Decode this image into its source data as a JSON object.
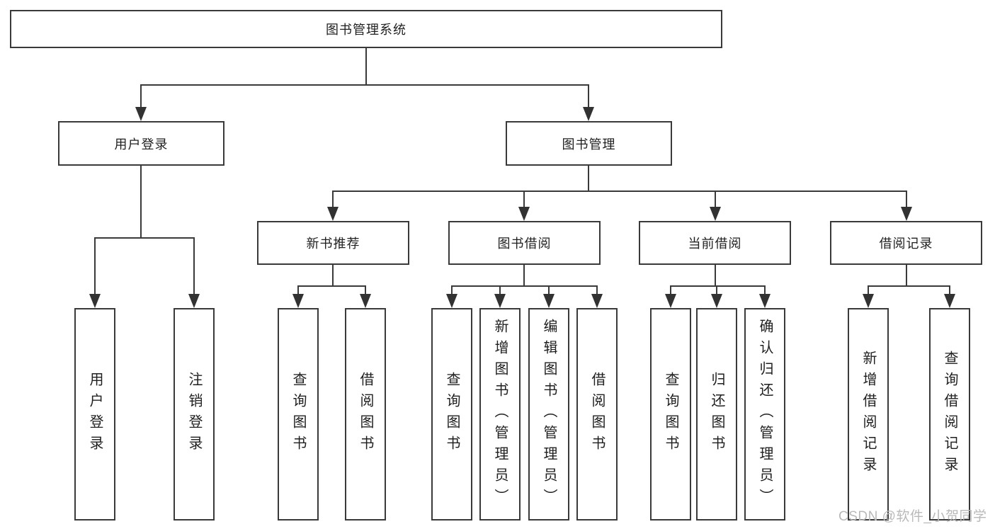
{
  "colors": {
    "background": "#ffffff",
    "line": "#3a3a3a",
    "box_border": "#3a3a3a",
    "box_background": "#ffffff",
    "text": "#1f1f1f",
    "watermark": "#b9b9b9"
  },
  "diagram": {
    "root": {
      "label": "图书管理系统"
    },
    "level2": [
      {
        "label": "用户登录"
      },
      {
        "label": "图书管理"
      }
    ],
    "level3": [
      {
        "label": "新书推荐",
        "parent": "图书管理"
      },
      {
        "label": "图书借阅",
        "parent": "图书管理"
      },
      {
        "label": "当前借阅",
        "parent": "图书管理"
      },
      {
        "label": "借阅记录",
        "parent": "图书管理"
      }
    ],
    "leaves": [
      {
        "label": "用户登录",
        "parent": "用户登录"
      },
      {
        "label": "注销登录",
        "parent": "用户登录"
      },
      {
        "label": "查询图书",
        "parent": "新书推荐"
      },
      {
        "label": "借阅图书",
        "parent": "新书推荐"
      },
      {
        "label": "查询图书",
        "parent": "图书借阅"
      },
      {
        "label": "新增图书（管理员）",
        "parent": "图书借阅"
      },
      {
        "label": "编辑图书（管理员）",
        "parent": "图书借阅"
      },
      {
        "label": "借阅图书",
        "parent": "图书借阅"
      },
      {
        "label": "查询图书",
        "parent": "当前借阅"
      },
      {
        "label": "归还图书",
        "parent": "当前借阅"
      },
      {
        "label": "确认归还（管理员）",
        "parent": "当前借阅"
      },
      {
        "label": "新增借阅记录",
        "parent": "借阅记录"
      },
      {
        "label": "查询借阅记录",
        "parent": "借阅记录"
      }
    ]
  },
  "watermark": {
    "text": "CSDN @软件_小贺同学"
  }
}
